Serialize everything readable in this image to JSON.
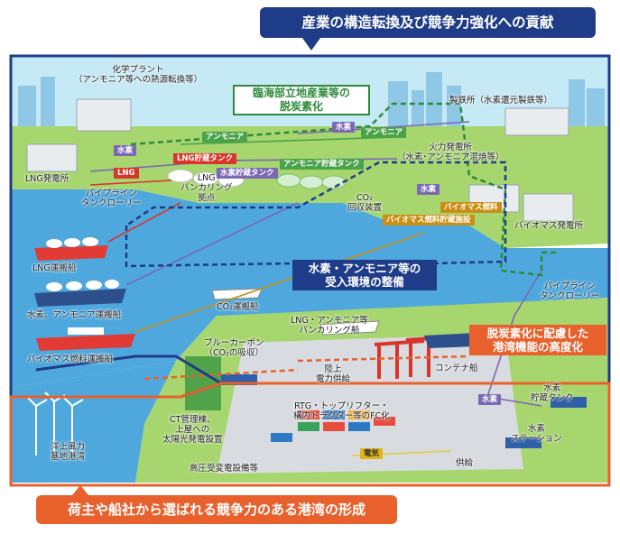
{
  "banners": {
    "top": "産業の構造転換及び競争力強化への貢献",
    "bottom": "荷主や船社から選ばれる競争力のある港湾の形成"
  },
  "callouts": {
    "rinkai": [
      "臨海部立地産業等の",
      "脱炭素化"
    ],
    "suiso_juire": [
      "水素・アンモニア等の",
      "受入環境の整備"
    ],
    "kouwan": [
      "脱炭素化に配慮した",
      "港湾機能の高度化"
    ]
  },
  "labels": {
    "chemical_plant": [
      "化学プラント",
      "（アンモニア等への熱源転換等）"
    ],
    "steel_works": "製鉄所（水素還元製鉄等）",
    "thermal_power": [
      "火力発電所",
      "（水素･アンモニア混焼等）"
    ],
    "lng_power": "LNG発電所",
    "pipeline_left": [
      "パイプライン",
      "タンクローリー"
    ],
    "pipeline_right": [
      "パイプライン",
      "タンクローリー"
    ],
    "lng_bunkering_base": [
      "LNG",
      "バンカリング",
      "拠点"
    ],
    "co2_capture": [
      "CO₂",
      "回収装置"
    ],
    "biomass_power": "バイオマス発電所",
    "lng_ship": "LNG運搬船",
    "h2_nh3_ship": "水素、アンモニア運搬船",
    "biomass_ship": "バイオマス燃料運搬船",
    "co2_ship": "CO₂運搬船",
    "lng_nh3_bunkering_ship": [
      "LNG・アンモニア等",
      "バンカリング船"
    ],
    "blue_carbon": [
      "ブルーカーボン",
      "（CO₂の吸収）"
    ],
    "shore_power": [
      "陸上",
      "電力供給"
    ],
    "container_ship": "コンテナ船",
    "ct_solar": [
      "CT管理棟、",
      "上屋への",
      "太陽光発電設置"
    ],
    "rtg_fc": [
      "RTG・トップリフター・",
      "構内トラクター等のFC化"
    ],
    "h2_storage_tank": [
      "水素",
      "貯蔵タンク"
    ],
    "h2_station": [
      "水素",
      "ステーション"
    ],
    "offshore_wind": [
      "洋上風力",
      "基地港湾"
    ],
    "substation": "高圧受変電設備等",
    "supply": "供給"
  },
  "tags": {
    "ammonia_1": "アンモニア",
    "ammonia_2": "アンモニア",
    "hydrogen_1": "水素",
    "hydrogen_2": "水素",
    "hydrogen_3": "水素",
    "hydrogen_4": "水素",
    "lng_storage": "LNG貯蔵タンク",
    "h2_storage": "水素貯蔵タンク",
    "nh3_storage": "アンモニア貯蔵タンク",
    "lng_flow": "LNG",
    "biomass_fuel": "バイオマス燃料",
    "biomass_storage": "バイオマス燃料貯蔵施設",
    "electricity": "電気"
  },
  "colors": {
    "navy": "#1f3c88",
    "orange": "#e8612c",
    "green": "#2e8b3a",
    "water": "#4aa3dc",
    "land": "#9fd16a",
    "sky": "#bfe6f5"
  }
}
